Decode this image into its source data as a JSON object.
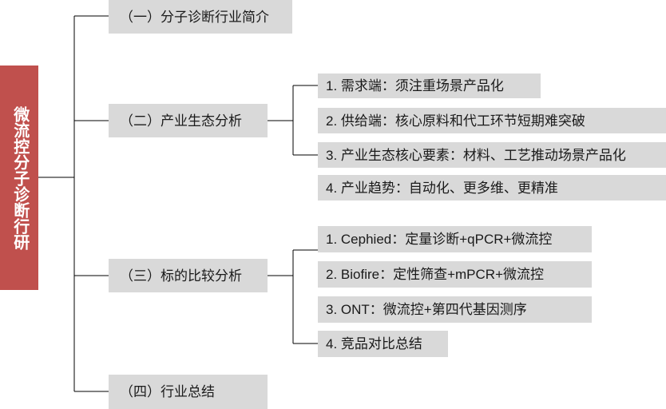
{
  "root": {
    "label": "微流控分子诊断行研"
  },
  "sections": [
    {
      "label": "（一）分子诊断行业简介"
    },
    {
      "label": "（二）产业生态分析",
      "items": [
        "1. 需求端：须注重场景产品化",
        "2. 供给端：核心原料和代工环节短期难突破",
        "3. 产业生态核心要素：材料、工艺推动场景产品化",
        "4. 产业趋势：自动化、更多维、更精准"
      ]
    },
    {
      "label": "（三）标的比较分析",
      "items": [
        "1. Cephied：定量诊断+qPCR+微流控",
        "2. Biofire：定性筛查+mPCR+微流控",
        "3. ONT：微流控+第四代基因测序",
        "4. 竞品对比总结"
      ]
    },
    {
      "label": "（四）行业总结"
    }
  ],
  "colors": {
    "root_fill": "#c0504d",
    "box_fill": "#d9d9d9",
    "connector": "#000000"
  }
}
